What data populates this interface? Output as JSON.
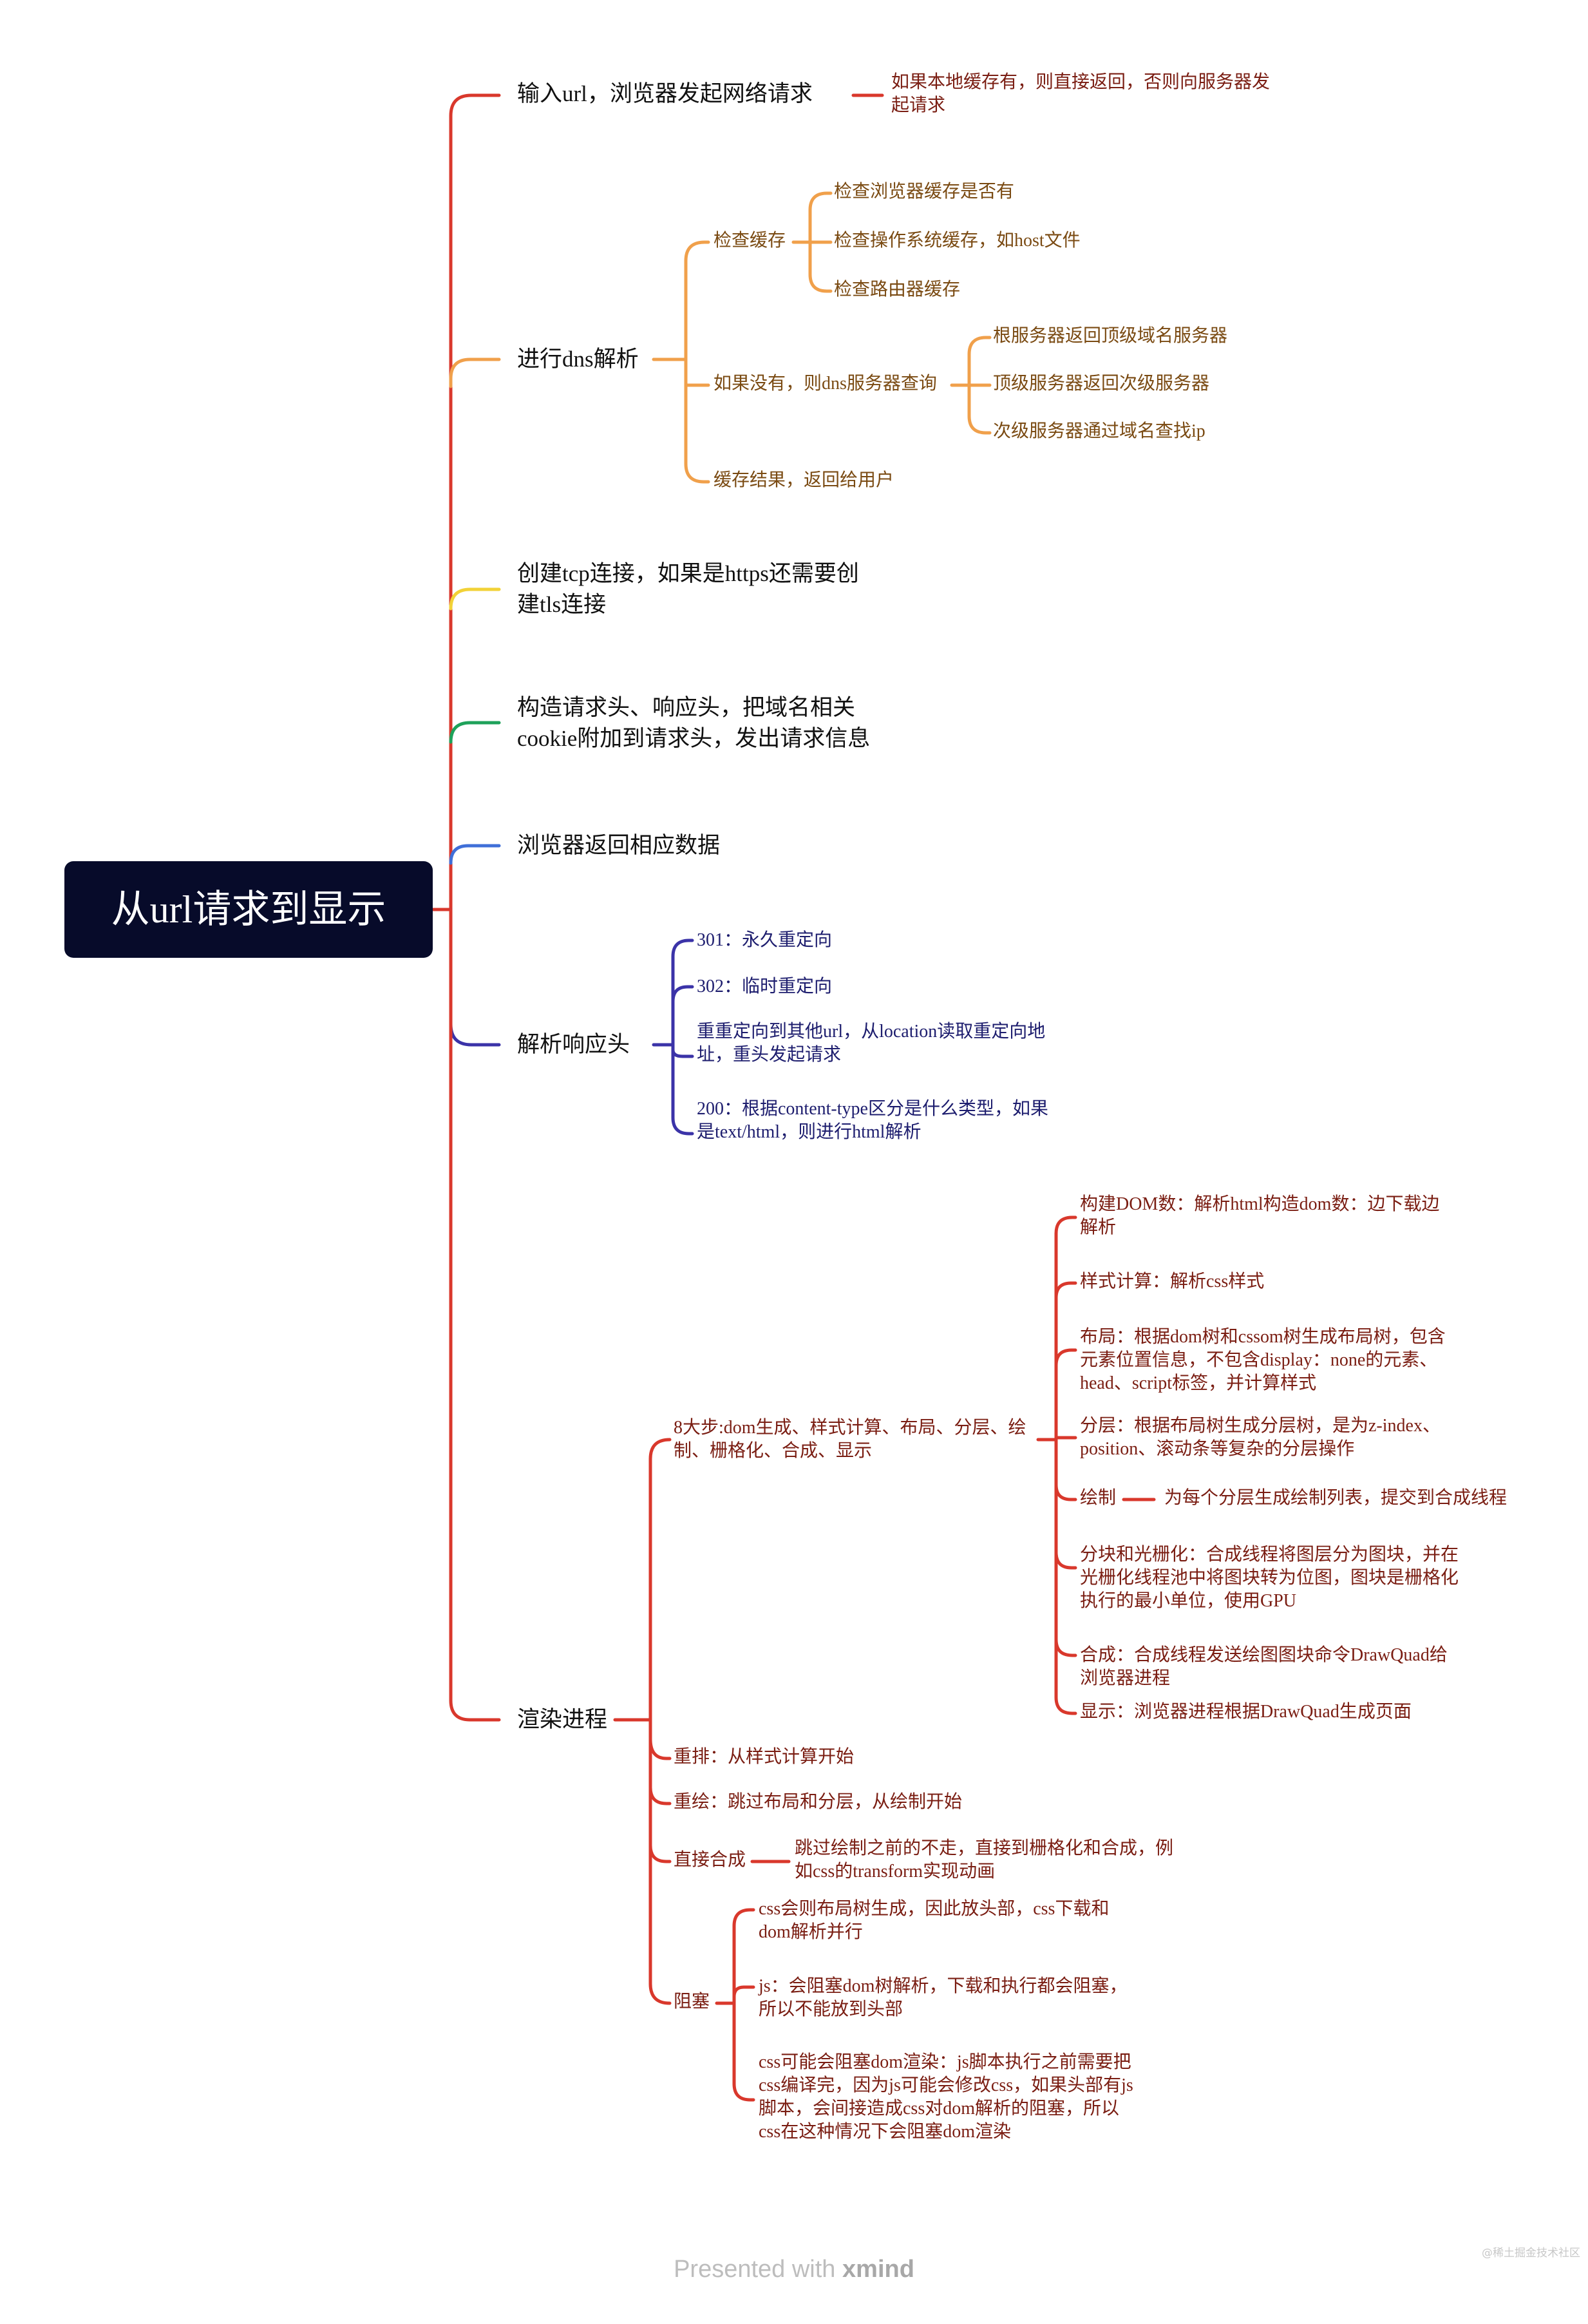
{
  "root": {
    "label": "从url请求到显示"
  },
  "colors": {
    "red": "#d9382c",
    "orange": "#f0a04b",
    "yellow": "#f2d237",
    "green": "#1ea25a",
    "blue": "#3f6fd8",
    "indigo": "#3b33a8",
    "root_bg": "#070b2a"
  },
  "branches": {
    "request": {
      "label": "输入url，浏览器发起网络请求",
      "note": "如果本地缓存有，则直接返回，否则向服务器发\n起请求"
    },
    "dns": {
      "label": "进行dns解析",
      "cache": {
        "label": "检查缓存",
        "items": [
          "检查浏览器缓存是否有",
          "检查操作系统缓存，如host文件",
          "检查路由器缓存"
        ]
      },
      "query": {
        "label": "如果没有，则dns服务器查询",
        "items": [
          "根服务器返回顶级域名服务器",
          "顶级服务器返回次级服务器",
          "次级服务器通过域名查找ip"
        ]
      },
      "result": "缓存结果，返回给用户"
    },
    "tcp": {
      "label": "创建tcp连接，如果是https还需要创\n建tls连接"
    },
    "headers": {
      "label": "构造请求头、响应头，把域名相关\ncookie附加到请求头，发出请求信息"
    },
    "response": {
      "label": "浏览器返回相应数据"
    },
    "parse": {
      "label": "解析响应头",
      "items": [
        "301：永久重定向",
        "302：临时重定向",
        "重重定向到其他url，从location读取重定向地\n址，重头发起请求",
        "200：根据content-type区分是什么类型，如果\n是text/html，则进行html解析"
      ]
    },
    "render": {
      "label": "渲染进程",
      "steps": {
        "label": "8大步:dom生成、样式计算、布局、分层、绘\n制、栅格化、合成、显示",
        "items": [
          "构建DOM数：解析html构造dom数：边下载边\n解析",
          "样式计算：解析css样式",
          "布局：根据dom树和cssom树生成布局树，包含\n元素位置信息，不包含display：none的元素、\nhead、script标签，并计算样式",
          "分层：根据布局树生成分层树，是为z-index、\nposition、滚动条等复杂的分层操作",
          "绘制",
          "分块和光栅化：合成线程将图层分为图块，并在\n光栅化线程池中将图块转为位图，图块是栅格化\n执行的最小单位，使用GPU",
          "合成：合成线程发送绘图图块命令DrawQuad给\n浏览器进程",
          "显示：浏览器进程根据DrawQuad生成页面"
        ],
        "paint_note": "为每个分层生成绘制列表，提交到合成线程"
      },
      "reflow": "重排：从样式计算开始",
      "repaint": "重绘：跳过布局和分层，从绘制开始",
      "composite": {
        "label": "直接合成",
        "note": "跳过绘制之前的不走，直接到栅格化和合成，例\n如css的transform实现动画"
      },
      "block": {
        "label": "阻塞",
        "items": [
          "css会则布局树生成，因此放头部，css下载和\ndom解析并行",
          "js：会阻塞dom树解析，下载和执行都会阻塞，\n所以不能放到头部",
          "css可能会阻塞dom渲染：js脚本执行之前需要把\ncss编译完，因为js可能会修改css，如果头部有js\n脚本，会间接造成css对dom解析的阻塞，所以\ncss在这种情况下会阻塞dom渲染"
        ]
      }
    }
  },
  "footer": {
    "prefix": "Presented with",
    "brand": "xmind",
    "corner": "@稀土掘金技术社区"
  }
}
